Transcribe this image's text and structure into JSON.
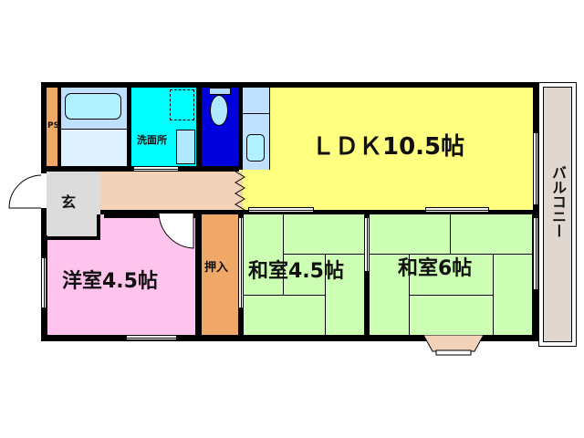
{
  "floorplan": {
    "rooms": {
      "ldk": {
        "label": "ＬＤＫ10.5帖",
        "color": "#ffff80"
      },
      "western": {
        "label": "洋室4.5帖",
        "color": "#ffc4ee"
      },
      "japanese_small": {
        "label": "和室4.5帖",
        "color": "#ccffb3"
      },
      "japanese_large": {
        "label": "和室6帖",
        "color": "#ccffb3"
      },
      "closet": {
        "label": "押入",
        "color": "#f0a868"
      },
      "entrance": {
        "label": "玄",
        "color": "#dcdcdc"
      },
      "washroom": {
        "label": "洗面所",
        "color": "#00ffff"
      },
      "ps": {
        "label": "PS",
        "color": "#f0a868"
      },
      "balcony": {
        "label": "バルコニー",
        "color": "#e0d8d0"
      },
      "hallway": {
        "color": "#f2d2b8"
      },
      "toilet": {
        "color": "#0000dd"
      },
      "bath": {
        "color": "#c0e0ff"
      }
    }
  }
}
